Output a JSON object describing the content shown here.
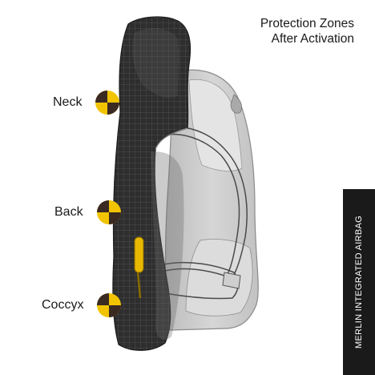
{
  "title": {
    "line1": "Protection Zones",
    "line2": "After Activation"
  },
  "zones": [
    {
      "label": "Neck",
      "icon": "crash-test-target-icon"
    },
    {
      "label": "Back",
      "icon": "crash-test-target-icon"
    },
    {
      "label": "Coccyx",
      "icon": "crash-test-target-icon"
    }
  ],
  "side_tab": {
    "text": "MERLIN INTEGRATED AIRBAG"
  },
  "colors": {
    "target_yellow": "#F2C400",
    "target_dark": "#3A2A22",
    "airbag_dark": "#2E2E2E",
    "backpack_grey": "#C9C9C9",
    "tab_background": "#1A1A1A"
  }
}
